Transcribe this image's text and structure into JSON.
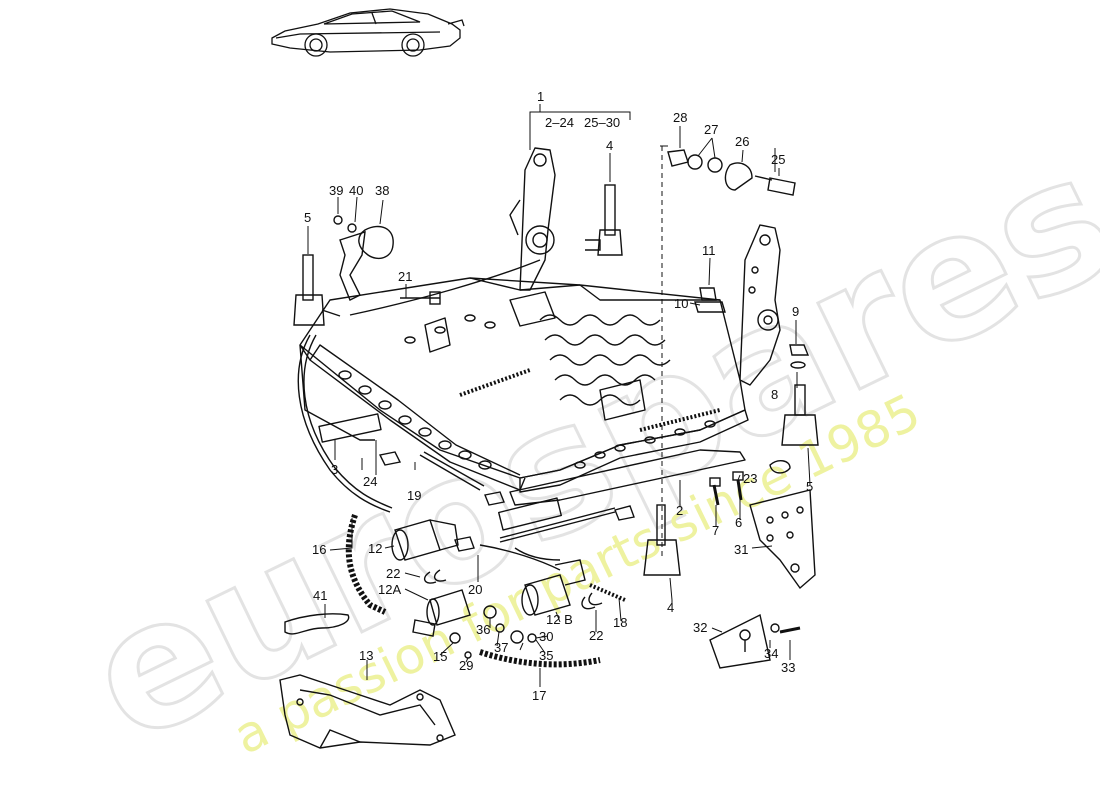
{
  "diagram": {
    "group_bracket": {
      "top": "1",
      "left": "2–24",
      "right": "25–30"
    },
    "callouts": [
      {
        "id": "c28",
        "text": "28"
      },
      {
        "id": "c27",
        "text": "27"
      },
      {
        "id": "c26",
        "text": "26"
      },
      {
        "id": "c25",
        "text": "25"
      },
      {
        "id": "c4a",
        "text": "4"
      },
      {
        "id": "c39",
        "text": "39"
      },
      {
        "id": "c40",
        "text": "40"
      },
      {
        "id": "c38",
        "text": "38"
      },
      {
        "id": "c5a",
        "text": "5"
      },
      {
        "id": "c21",
        "text": "21"
      },
      {
        "id": "c11",
        "text": "11"
      },
      {
        "id": "c10",
        "text": "10"
      },
      {
        "id": "c9",
        "text": "9"
      },
      {
        "id": "c8",
        "text": "8"
      },
      {
        "id": "c3",
        "text": "3"
      },
      {
        "id": "c24",
        "text": "24"
      },
      {
        "id": "c19",
        "text": "19"
      },
      {
        "id": "c16",
        "text": "16"
      },
      {
        "id": "c12a",
        "text": "12"
      },
      {
        "id": "c22a",
        "text": "22"
      },
      {
        "id": "c12A",
        "text": "12A"
      },
      {
        "id": "c20",
        "text": "20"
      },
      {
        "id": "c41",
        "text": "41"
      },
      {
        "id": "c36",
        "text": "36"
      },
      {
        "id": "c37",
        "text": "37"
      },
      {
        "id": "c15",
        "text": "15"
      },
      {
        "id": "c29",
        "text": "29"
      },
      {
        "id": "c30",
        "text": "30"
      },
      {
        "id": "c35",
        "text": "35"
      },
      {
        "id": "c12B",
        "text": "12 B"
      },
      {
        "id": "c22b",
        "text": "22"
      },
      {
        "id": "c18",
        "text": "18"
      },
      {
        "id": "c4b",
        "text": "4"
      },
      {
        "id": "c2",
        "text": "2"
      },
      {
        "id": "c7",
        "text": "7"
      },
      {
        "id": "c6",
        "text": "6"
      },
      {
        "id": "c23",
        "text": "23"
      },
      {
        "id": "c5b",
        "text": "5"
      },
      {
        "id": "c31",
        "text": "31"
      },
      {
        "id": "c13",
        "text": "13"
      },
      {
        "id": "c17",
        "text": "17"
      },
      {
        "id": "c32",
        "text": "32"
      },
      {
        "id": "c34",
        "text": "34"
      },
      {
        "id": "c33",
        "text": "33"
      }
    ]
  },
  "watermark": {
    "brand": "eurospares",
    "tagline": "a passion for parts since 1985"
  },
  "colors": {
    "line": "#111111",
    "watermark_gray": "#e3e3e3",
    "watermark_yellow": "#eef2a0"
  }
}
